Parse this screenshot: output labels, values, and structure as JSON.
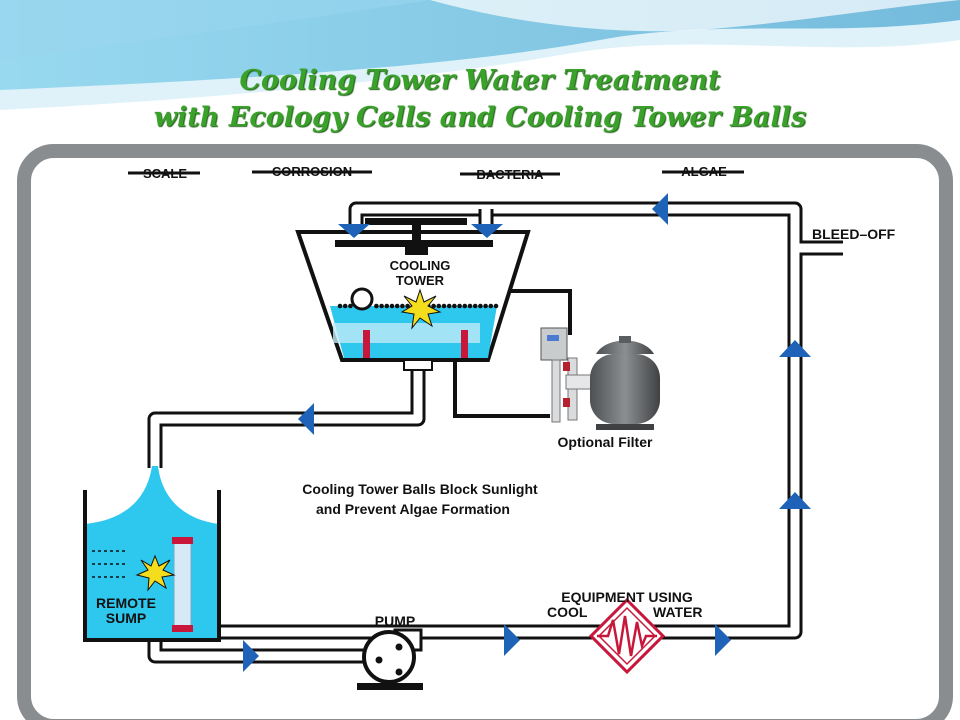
{
  "title": {
    "line1": "Cooling Tower Water Treatment",
    "line2": "with Ecology Cells and Cooling Tower Balls"
  },
  "diagram": {
    "strikeout_labels": [
      "SCALE",
      "CORROSION",
      "BACTERIA",
      "ALGAE"
    ],
    "cooling_tower": {
      "line1": "COOLING",
      "line2": "TOWER"
    },
    "bleed_off": "BLEED–OFF",
    "optional_filter": "Optional Filter",
    "caption": {
      "line1": "Cooling Tower Balls Block Sunlight",
      "line2": "and Prevent Algae Formation"
    },
    "remote_sump": {
      "line1": "REMOTE",
      "line2": "SUMP"
    },
    "pump": "PUMP",
    "equipment": {
      "line1": "EQUIPMENT  USING",
      "line2a": "COOL",
      "line2b": "WATER"
    }
  },
  "colors": {
    "title_green": "#3aa12a",
    "water": "#2ec7ee",
    "arrow": "#1e63b8",
    "frame": "#8a8d90",
    "ecology_cell": "#c8173a",
    "spark": "#f4dd1c"
  }
}
